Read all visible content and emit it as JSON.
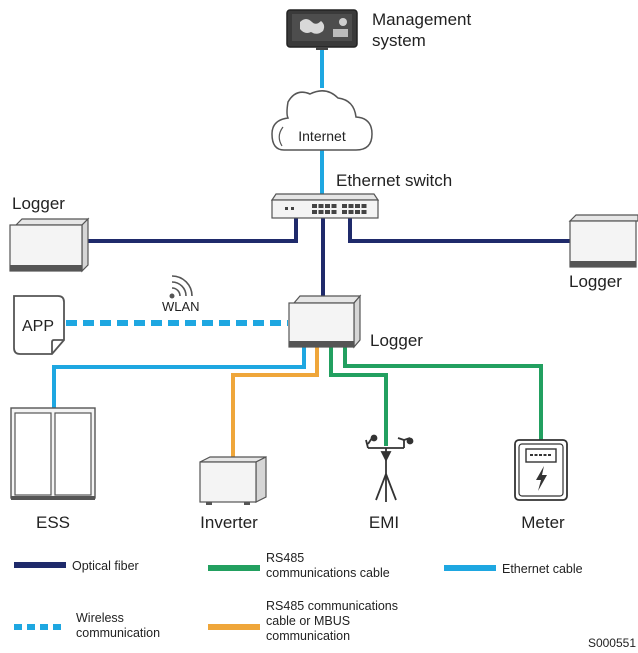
{
  "nodes": {
    "management_system": "Management\nsystem",
    "internet": "Internet",
    "ethernet_switch": "Ethernet switch",
    "logger_left": "Logger",
    "logger_right": "Logger",
    "logger_center": "Logger",
    "app": "APP",
    "wlan": "WLAN",
    "ess": "ESS",
    "inverter": "Inverter",
    "emi": "EMI",
    "meter": "Meter"
  },
  "legend": {
    "optical_fiber": "Optical fiber",
    "rs485": "RS485\ncommunications cable",
    "ethernet": "Ethernet cable",
    "wireless": "Wireless\ncommunication",
    "rs485_mbus": "RS485 communications\ncable or MBUS\ncommunication"
  },
  "figure_id": "S000551",
  "colors": {
    "optical_fiber": "#1f2a6b",
    "ethernet": "#1ea7e1",
    "rs485": "#22a060",
    "rs485_mbus": "#efa63a",
    "wireless": "#1ea7e1",
    "device_outline": "#555555",
    "device_fill": "#f4f4f4"
  },
  "icons": {
    "management_system": "monitor-icon",
    "internet": "cloud-icon",
    "ethernet_switch": "switch-icon",
    "app": "document-icon",
    "wlan": "wifi-icon",
    "ess": "cabinet-icon",
    "inverter": "inverter-icon",
    "emi": "weather-station-icon",
    "meter": "meter-icon"
  }
}
